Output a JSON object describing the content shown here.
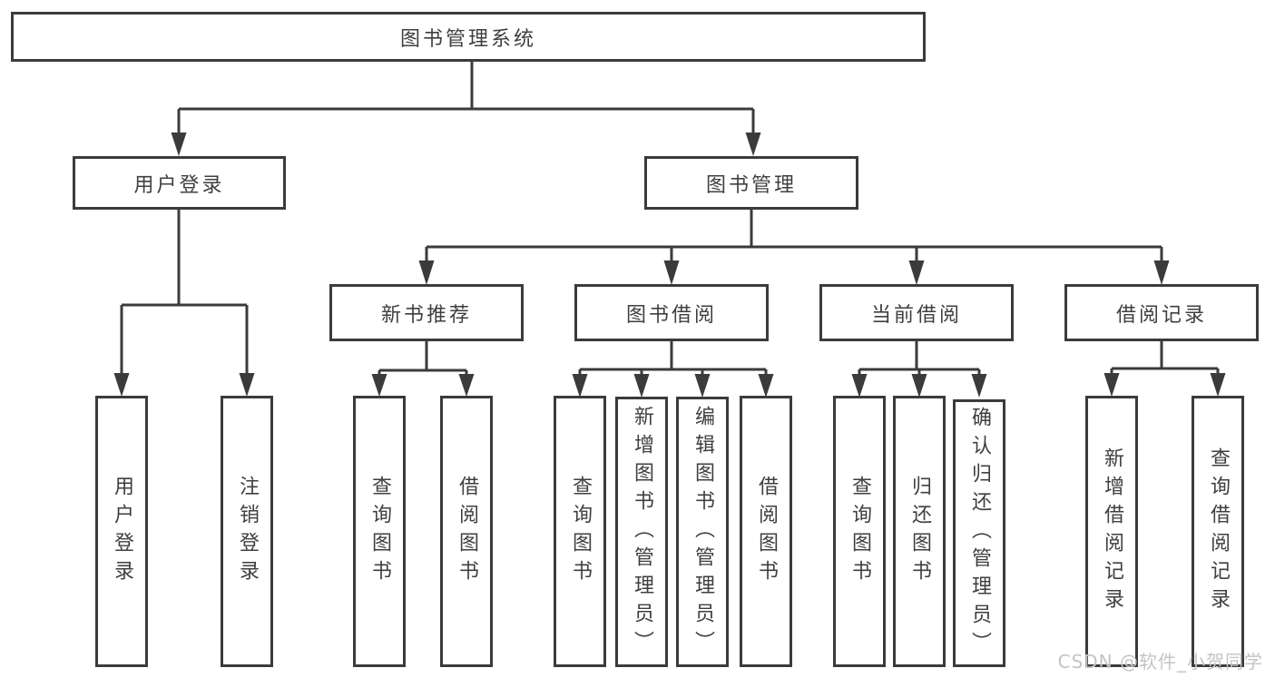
{
  "diagram_type": "hierarchy-tree",
  "colors": {
    "line": "#3b3b3b",
    "text": "#3f3f3f",
    "box_bg": "#ffffff",
    "watermark": "#c4c4c4"
  },
  "tree": {
    "root": {
      "label": "图书管理系统",
      "children": [
        {
          "label": "用户登录",
          "children": [
            {
              "label": "用户登录"
            },
            {
              "label": "注销登录"
            }
          ]
        },
        {
          "label": "图书管理",
          "children": [
            {
              "label": "新书推荐",
              "children": [
                {
                  "label": "查询图书"
                },
                {
                  "label": "借阅图书"
                }
              ]
            },
            {
              "label": "图书借阅",
              "children": [
                {
                  "label": "查询图书"
                },
                {
                  "label": "新增图书（管理员）"
                },
                {
                  "label": "编辑图书（管理员）"
                },
                {
                  "label": "借阅图书"
                }
              ]
            },
            {
              "label": "当前借阅",
              "children": [
                {
                  "label": "查询图书"
                },
                {
                  "label": "归还图书"
                },
                {
                  "label": "确认归还（管理员）"
                }
              ]
            },
            {
              "label": "借阅记录",
              "children": [
                {
                  "label": "新增借阅记录"
                },
                {
                  "label": "查询借阅记录"
                }
              ]
            }
          ]
        }
      ]
    }
  },
  "watermark": {
    "text": "CSDN @软件_小贺同学"
  }
}
